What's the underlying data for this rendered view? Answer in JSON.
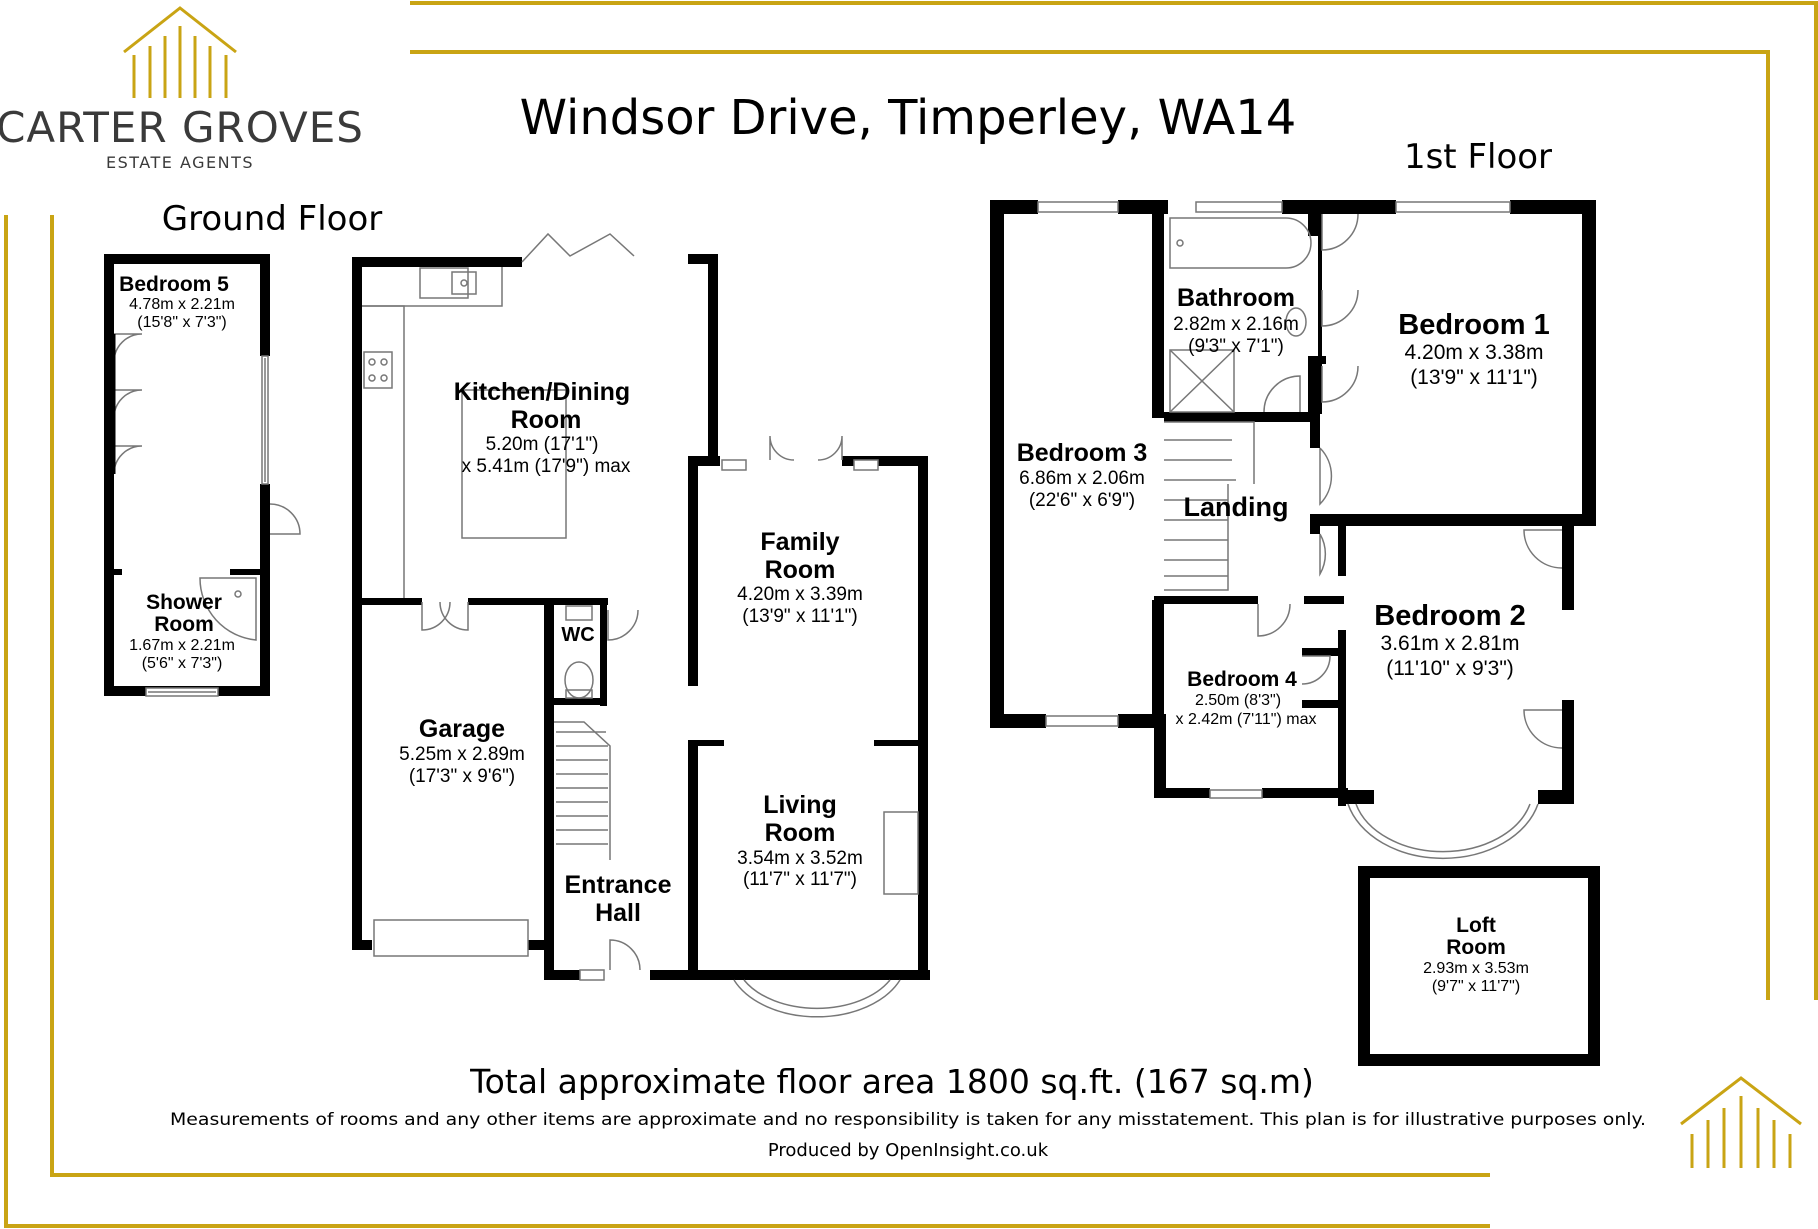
{
  "brand": {
    "name": "CARTER GROVES",
    "tagline": "ESTATE AGENTS",
    "gold": "#c9a414",
    "gray": "#3a3a3a"
  },
  "title": "Windsor Drive, Timperley, WA14",
  "floors": {
    "ground": "Ground Floor",
    "first": "1st Floor"
  },
  "rooms": {
    "bedroom5": {
      "name": "Bedroom 5",
      "dim1": "4.78m x 2.21m",
      "dim2": "(15'8\" x 7'3\")"
    },
    "shower": {
      "name1": "Shower",
      "name2": "Room",
      "dim1": "1.67m x 2.21m",
      "dim2": "(5'6\" x 7'3\")"
    },
    "kitchen": {
      "name1": "Kitchen/Dining",
      "name2": "Room",
      "dim1": "5.20m (17'1\")",
      "dim2": "x 5.41m (17'9\") max"
    },
    "family": {
      "name1": "Family",
      "name2": "Room",
      "dim1": "4.20m x 3.39m",
      "dim2": "(13'9\" x 11'1\")"
    },
    "wc": {
      "name": "WC"
    },
    "garage": {
      "name": "Garage",
      "dim1": "5.25m x 2.89m",
      "dim2": "(17'3\" x 9'6\")"
    },
    "living": {
      "name1": "Living",
      "name2": "Room",
      "dim1": "3.54m x 3.52m",
      "dim2": "(11'7\" x 11'7\")"
    },
    "hall": {
      "name1": "Entrance",
      "name2": "Hall"
    },
    "bedroom3": {
      "name": "Bedroom 3",
      "dim1": "6.86m x 2.06m",
      "dim2": "(22'6\" x 6'9\")"
    },
    "bathroom": {
      "name": "Bathroom",
      "dim1": "2.82m x 2.16m",
      "dim2": "(9'3\" x 7'1\")"
    },
    "bedroom1": {
      "name": "Bedroom 1",
      "dim1": "4.20m x 3.38m",
      "dim2": "(13'9\" x 11'1\")"
    },
    "landing": {
      "name": "Landing"
    },
    "bedroom2": {
      "name": "Bedroom 2",
      "dim1": "3.61m x 2.81m",
      "dim2": "(11'10\" x 9'3\")"
    },
    "bedroom4": {
      "name": "Bedroom 4",
      "dim1": "2.50m (8'3\")",
      "dim2": "x 2.42m (7'11\") max"
    },
    "loft": {
      "name1": "Loft",
      "name2": "Room",
      "dim1": "2.93m x 3.53m",
      "dim2": "(9'7\" x 11'7\")"
    }
  },
  "footer": {
    "total": "Total approximate floor area 1800 sq.ft. (167 sq.m)",
    "disclaimer": "Measurements of rooms and any other items are approximate and no responsibility is taken for any misstatement. This plan is for illustrative purposes only.",
    "produced": "Produced by OpenInsight.co.uk"
  }
}
